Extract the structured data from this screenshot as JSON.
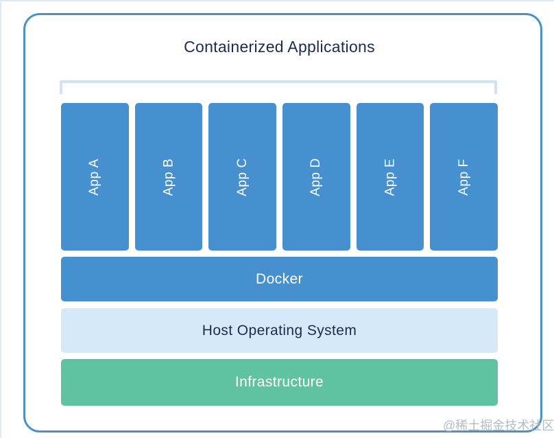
{
  "diagram": {
    "title": "Containerized Applications",
    "apps": [
      "App A",
      "App B",
      "App C",
      "App D",
      "App E",
      "App F"
    ],
    "layers": [
      {
        "id": "docker",
        "label": "Docker"
      },
      {
        "id": "host-os",
        "label": "Host Operating System"
      },
      {
        "id": "infrastructure",
        "label": "Infrastructure"
      }
    ],
    "watermark": "@稀土掘金技术社区",
    "colors": {
      "app_box_blue": "#4690d0",
      "docker_layer_blue": "#4690d0",
      "host_os_light_blue": "#d6e9f8",
      "infrastructure_green": "#5fc2a0",
      "container_border_blue": "#4b91c8",
      "bracket_light_blue": "#cfe3f5",
      "title_navy": "#1b2b4e",
      "label_white": "#ffffff",
      "watermark_gray": "#b5bbc3"
    }
  }
}
